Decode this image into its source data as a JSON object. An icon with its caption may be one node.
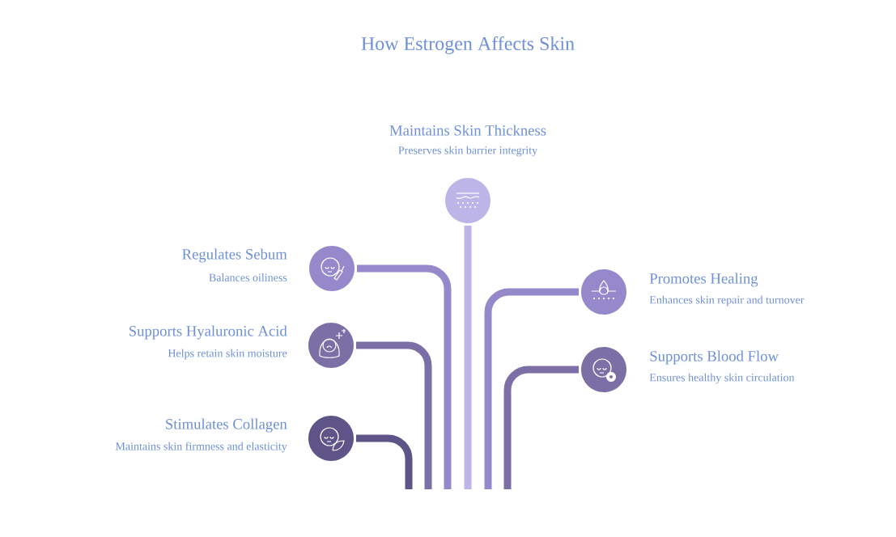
{
  "diagram": {
    "title": "How Estrogen Affects Skin",
    "nodes": [
      {
        "text": [],
        "shape": "circle",
        "beside": [
          "Maintains Skin Thickness",
          "Preserves skin barrier integrity"
        ]
      },
      {
        "text": [],
        "shape": "circle",
        "beside": [
          "Regulates Sebum",
          "Balances oiliness"
        ]
      },
      {
        "text": [],
        "shape": "circle",
        "beside": [
          "Promotes Healing",
          "Enhances skin repair and turnover"
        ]
      },
      {
        "text": [],
        "shape": "circle",
        "beside": [
          "Supports Hyaluronic Acid",
          "Helps retain skin moisture"
        ]
      },
      {
        "text": [],
        "shape": "circle",
        "beside": [
          "Supports Blood Flow",
          "Ensures healthy skin circulation"
        ]
      },
      {
        "text": [],
        "shape": "circle",
        "beside": [
          "Stimulates Collagen",
          "Maintains skin firmness and elasticity"
        ]
      }
    ],
    "edges": [
      {
        "from": 0,
        "to": null,
        "arrow": "none",
        "color": "#bdb5e8"
      },
      {
        "from": 1,
        "to": null,
        "arrow": "none",
        "color": "#9689cb"
      },
      {
        "from": 2,
        "to": null,
        "arrow": "none",
        "color": "#9689cb"
      },
      {
        "from": 3,
        "to": null,
        "arrow": "none",
        "color": "#7b6fa6"
      },
      {
        "from": 4,
        "to": null,
        "arrow": "none",
        "color": "#7b6fa6"
      },
      {
        "from": 5,
        "to": null,
        "arrow": "none",
        "color": "#5e5487"
      }
    ]
  }
}
